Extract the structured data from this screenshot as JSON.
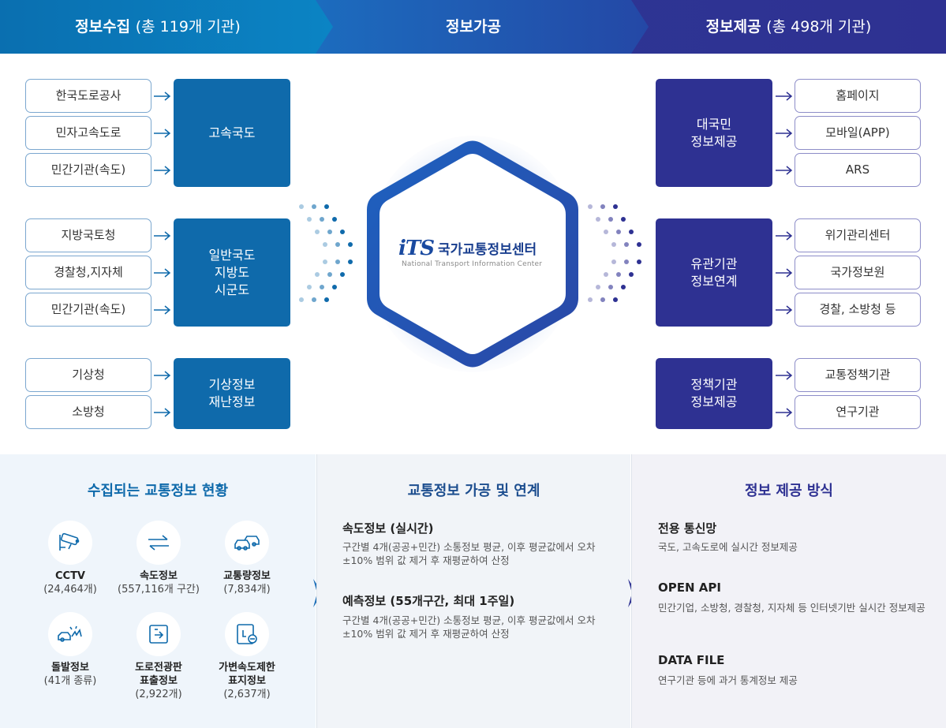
{
  "header": {
    "collect_title": "정보수집",
    "collect_sub": "(총 119개 기관)",
    "process_title": "정보가공",
    "provide_title": "정보제공",
    "provide_sub": "(총 498개 기관)"
  },
  "sources": {
    "group1": {
      "category": "고속국도",
      "items": [
        "한국도로공사",
        "민자고속도로",
        "민간기관(속도)"
      ]
    },
    "group2": {
      "category": "일반국도\n지방도\n시군도",
      "items": [
        "지방국토청",
        "경찰청,지자체",
        "민간기관(속도)"
      ]
    },
    "group3": {
      "category": "기상정보\n재난정보",
      "items": [
        "기상청",
        "소방청"
      ]
    }
  },
  "center": {
    "logo_mark": "iTS",
    "name_ko": "국가교통정보센터",
    "name_en": "National Transport Information Center"
  },
  "targets": {
    "group1": {
      "category": "대국민\n정보제공",
      "items": [
        "홈페이지",
        "모바일(APP)",
        "ARS"
      ]
    },
    "group2": {
      "category": "유관기관\n정보연계",
      "items": [
        "위기관리센터",
        "국가정보원",
        "경찰, 소방청 등"
      ]
    },
    "group3": {
      "category": "정책기관\n정보제공",
      "items": [
        "교통정책기관",
        "연구기관"
      ]
    }
  },
  "collected": {
    "title": "수집되는 교통정보 현황",
    "stats": [
      {
        "icon": "cctv-icon",
        "name": "CCTV",
        "value": "(24,464개)"
      },
      {
        "icon": "speed-arrows-icon",
        "name": "속도정보",
        "value": "(557,116개 구간)"
      },
      {
        "icon": "traffic-cars-icon",
        "name": "교통량정보",
        "value": "(7,834개)"
      },
      {
        "icon": "accident-icon",
        "name": "돌발정보",
        "value": "(41개 종류)"
      },
      {
        "icon": "sign-board-icon",
        "name": "도로전광판\n표출정보",
        "value": "(2,922개)"
      },
      {
        "icon": "speed-limit-sign-icon",
        "name": "가변속도제한\n표지정보",
        "value": "(2,637개)"
      }
    ]
  },
  "processing": {
    "title": "교통정보 가공 및 연계",
    "items": [
      {
        "heading": "속도정보 (실시간)",
        "text": "구간별 4개(공공+민간) 소통정보 평균, 이후 평균값에서 오차 ±10% 범위 값 제거 후 재평균하여 산정"
      },
      {
        "heading": "예측정보 (55개구간, 최대 1주일)",
        "text": "구간별 4개(공공+민간) 소통정보 평균, 이후 평균값에서 오차 ±10% 범위 값 제거 후 재평균하여 산정"
      }
    ]
  },
  "provision": {
    "title": "정보 제공 방식",
    "items": [
      {
        "heading": "전용 통신망",
        "text": "국도, 고속도로에 실시간 정보제공"
      },
      {
        "heading": "OPEN API",
        "text": "민간기업, 소방청, 경찰청, 지자체 등 인터넷기반 실시간 정보제공"
      },
      {
        "heading": "DATA FILE",
        "text": "연구기관 등에 과거 통계정보 제공"
      }
    ]
  },
  "colors": {
    "blue": "#0f6aab",
    "navy": "#2e3192",
    "mid": "#1d56a8"
  }
}
